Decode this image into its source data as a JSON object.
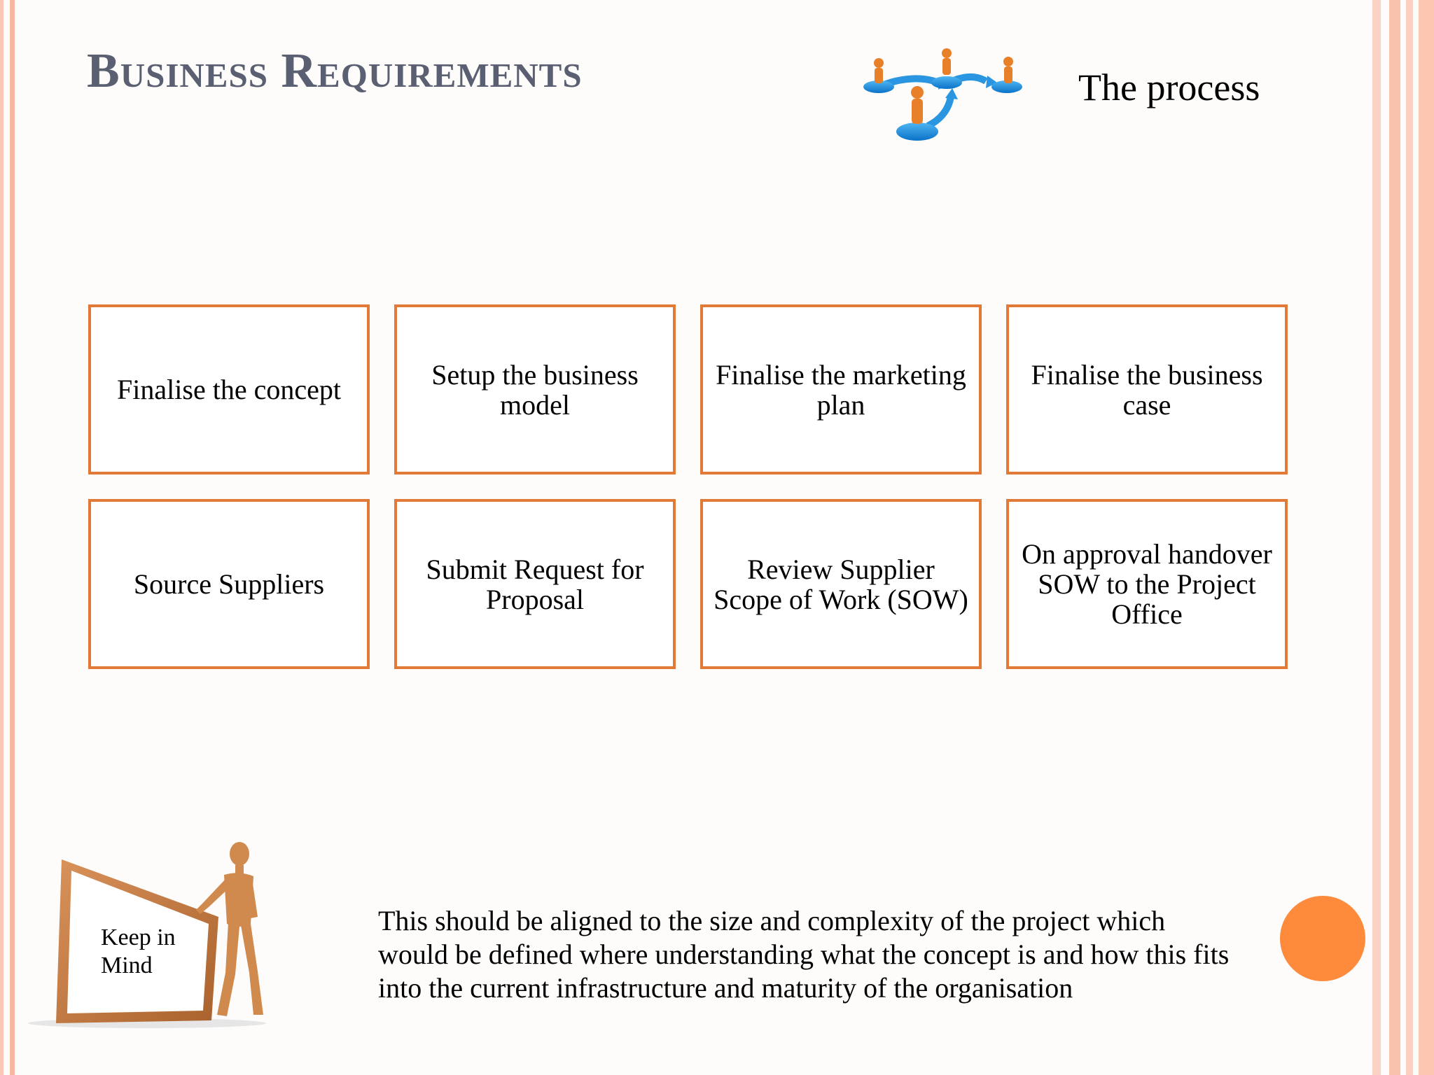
{
  "slide": {
    "title": "Business Requirements",
    "process_label": "The process",
    "process_icon": "people-flow-icon",
    "steps_row1": [
      "Finalise the concept",
      "Setup the business model",
      "Finalise the marketing plan",
      "Finalise the business case"
    ],
    "steps_row2": [
      "Source Suppliers",
      "Submit Request for Proposal",
      "Review Supplier Scope of Work (SOW)",
      "On approval handover SOW to the Project Office"
    ],
    "keep_in_mind": "Keep in Mind",
    "keep_icon": "mannequin-board-icon",
    "note": "This should be aligned to the size and complexity of the project which would be defined where understanding what the concept is and how this fits into the current infrastructure and maturity of the organisation",
    "colors": {
      "box_border": "#e07a36",
      "title": "#5a6072",
      "accent_circle": "#fe8a3c",
      "border_stripe": "#f7b8a2"
    }
  }
}
